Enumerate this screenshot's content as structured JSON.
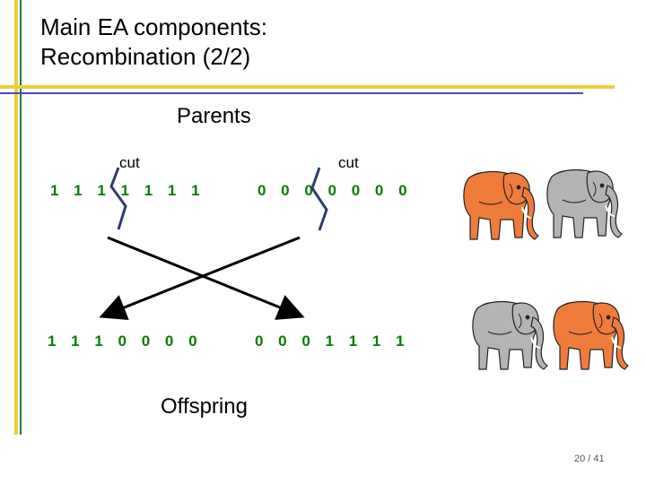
{
  "slide": {
    "title_line1": "Main EA components:",
    "title_line2": "Recombination (2/2)",
    "parents_label": "Parents",
    "offspring_label": "Offspring",
    "page_number": "20 / 41"
  },
  "parents": {
    "left": {
      "cut_label": "cut",
      "bits": "1 1 1 1 1 1 1"
    },
    "right": {
      "cut_label": "cut",
      "bits": "0 0 0 0 0 0 0"
    }
  },
  "offspring": {
    "left": {
      "bits": "1 1 1 0 0 0 0"
    },
    "right": {
      "bits": "0 0 0 1 1 1 1"
    }
  },
  "colors": {
    "accent_yellow": "#e8cf3a",
    "accent_green": "#1f7a3a",
    "accent_blue": "#4a4ab8",
    "bit_green": "#0a7a0a",
    "elephant_orange": "#f07c3c",
    "elephant_gray": "#b4b4b4"
  },
  "icons": [
    "elephant-icon"
  ]
}
